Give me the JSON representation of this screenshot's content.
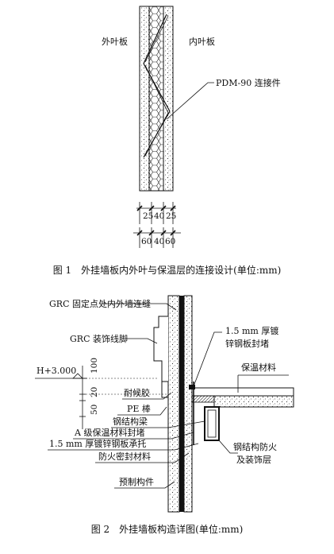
{
  "figure1": {
    "label_outer": "外叶板",
    "label_inner": "内叶板",
    "label_connector": "PDM-90 连接件",
    "dims_top": [
      "25",
      "40",
      "25"
    ],
    "dims_bottom": [
      "60",
      "40",
      "60"
    ],
    "caption": "图 1　外挂墙板内外叶与保温层的连接设计(单位:mm)"
  },
  "figure2": {
    "labels": {
      "joint": "GRC 固定点处内外墙连缝",
      "skirting": "GRC 装饰线脚",
      "seal_plate_1": "1.5 mm 厚镀",
      "seal_plate_2": "锌钢板封堵",
      "insulation": "保温材料",
      "sealant": "耐候胶",
      "pe_rod": "PE 棒",
      "steel_beam": "钢结构梁",
      "fire_seal": "A 级保温材料封堵",
      "support": "1.5 mm 厚镀锌钢板承托",
      "fire_sealant": "防火密封材料",
      "fire_finish_1": "钢结构防火",
      "fire_finish_2": "及装饰层",
      "precast": "预制构件"
    },
    "elevation": "H+3.000",
    "dims": [
      "100",
      "20",
      "50"
    ],
    "caption": "图 2　外挂墙板构造详图(单位:mm)"
  }
}
